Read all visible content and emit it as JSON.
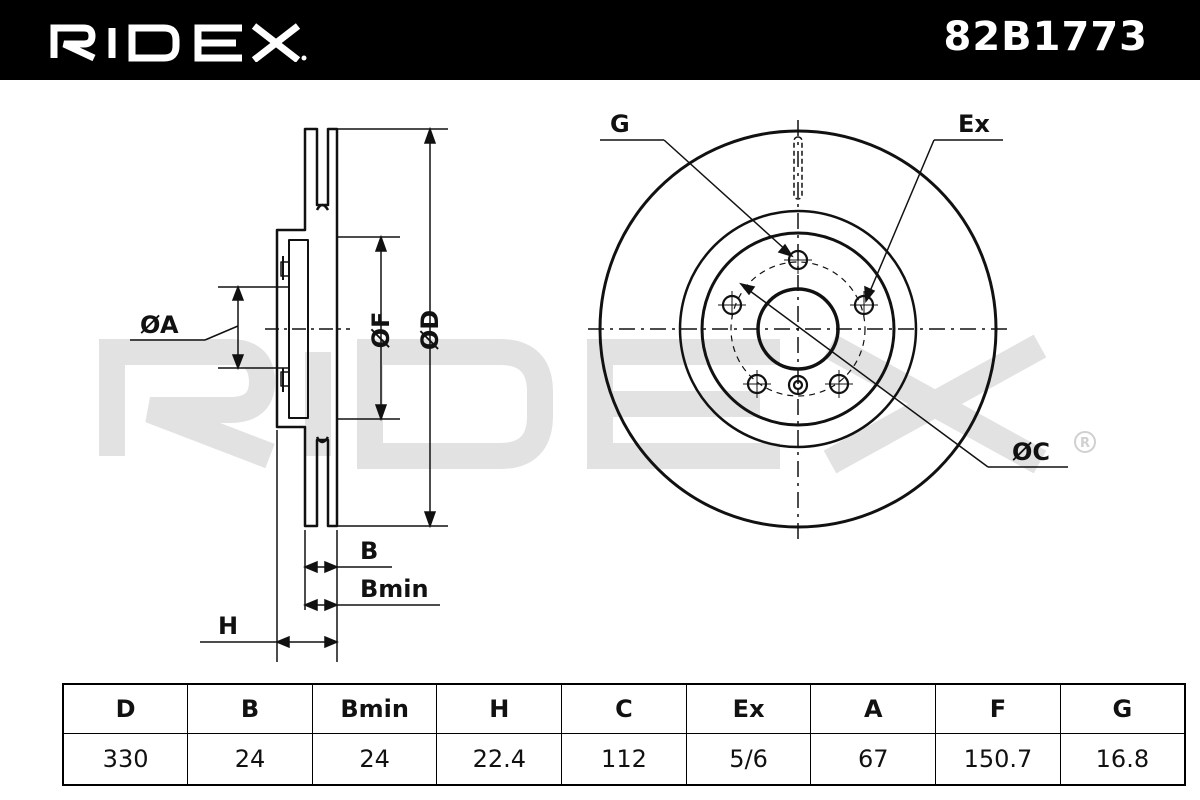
{
  "header": {
    "brand": "RIDEX",
    "part_number": "82B1773"
  },
  "colors": {
    "header_bg": "#000000",
    "line": "#111111",
    "watermark": "#e2e2e2"
  },
  "watermark": {
    "text": "RIDEX",
    "registered_mark": "®"
  },
  "diagram": {
    "side_view_labels": {
      "diameter_a": "ØA",
      "diameter_f": "ØF",
      "diameter_d": "ØD",
      "thickness_b": "B",
      "thickness_bmin": "Bmin",
      "height_h": "H"
    },
    "front_view_labels": {
      "g": "G",
      "ex": "Ex",
      "diameter_c": "ØC"
    }
  },
  "specs": {
    "headers": [
      "D",
      "B",
      "Bmin",
      "H",
      "C",
      "Ex",
      "A",
      "F",
      "G"
    ],
    "values": [
      "330",
      "24",
      "24",
      "22.4",
      "112",
      "5/6",
      "67",
      "150.7",
      "16.8"
    ]
  }
}
